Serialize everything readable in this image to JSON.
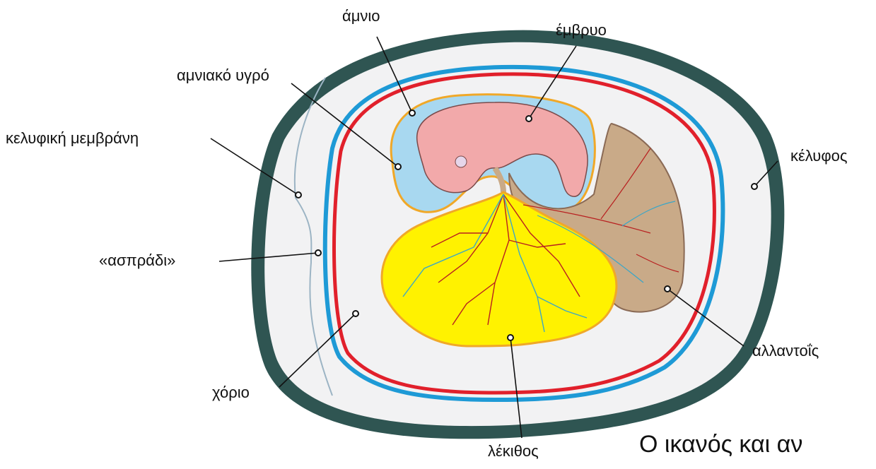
{
  "diagram": {
    "labels": {
      "amnion": "άμνιο",
      "embryo": "έμβρυο",
      "amniotic_fluid": "αμνιακό υγρό",
      "shell_membrane": "κελυφική μεμβράνη",
      "shell": "κέλυφος",
      "albumen": "«ασπράδι»",
      "allantois": "αλλαντοΐς",
      "chorion": "χόριο",
      "yolk": "λέκιθος"
    },
    "caption": "Ο ικανός και αν"
  },
  "colors": {
    "shell": "#2f5552",
    "albumen": "#f2f2f3",
    "shell_membrane_area": "#e4e5e7",
    "chorion": "#1e9ad6",
    "red_membrane": "#e1202b",
    "amniotic_fluid": "#a8d8f0",
    "amnion_outline": "#f0a828",
    "embryo": "#f2a9aa",
    "yolk": "#fff200",
    "allantois": "#c9aa88",
    "vessel_red": "#b82020",
    "vessel_blue": "#3aa6c8"
  }
}
